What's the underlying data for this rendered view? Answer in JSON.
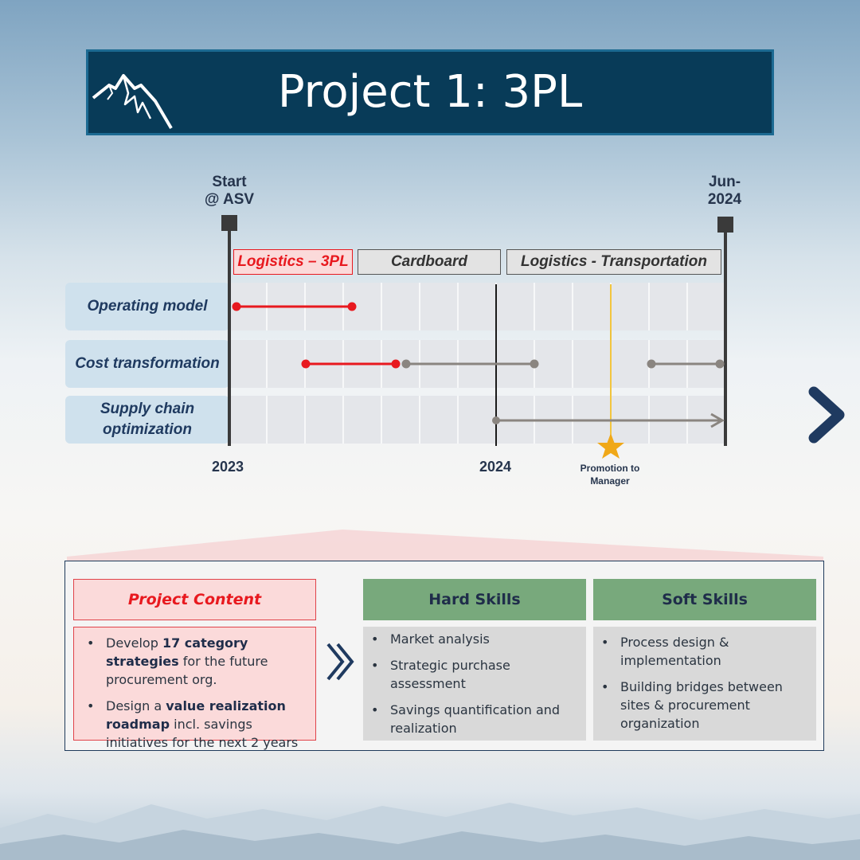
{
  "title": "Project 1: 3PL",
  "timeline": {
    "start_label": "Start\n@ ASV",
    "end_label": "Jun-\n2024",
    "phases": [
      "Logistics – 3PL",
      "Cardboard",
      "Logistics - Transportation"
    ],
    "rows": [
      "Operating model",
      "Cost transformation",
      "Supply chain optimization"
    ],
    "years": [
      "2023",
      "2024"
    ],
    "milestone": "Promotion to Manager"
  },
  "project_content": {
    "title": "Project Content",
    "items": [
      {
        "before": "Develop ",
        "bold": "17 category strategies",
        "after": " for the future procurement org."
      },
      {
        "before": "Design a ",
        "bold": "value realization roadmap",
        "after": " incl. savings initiatives for the next 2 years"
      }
    ]
  },
  "hard_skills": {
    "title": "Hard Skills",
    "items": [
      "Market analysis",
      "Strategic purchase assessment",
      "Savings quantification and realization"
    ]
  },
  "soft_skills": {
    "title": "Soft Skills",
    "items": [
      "Process design & implementation",
      "Building bridges between sites & procurement organization"
    ]
  },
  "colors": {
    "banner": "#083b58",
    "phase_highlight": "#e8191f",
    "inactive_bar": "#8a8580",
    "milestone_star": "#f0a818",
    "skills_header": "#78a97c",
    "content_border": "#e0434a"
  },
  "icons": [
    "mountain-logo-icon",
    "star-icon",
    "chevron-right-icon",
    "double-chevron-icon"
  ]
}
